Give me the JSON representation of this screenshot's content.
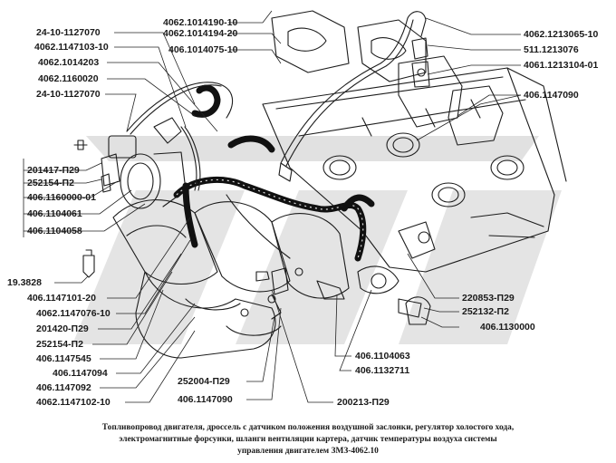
{
  "labels": {
    "l01": "4062.1014190-10",
    "l02": "4062.1014194-20",
    "l03": "406.1014075-10",
    "l04": "24-10-1127070",
    "l05": "4062.1147103-10",
    "l06": "4062.1014203",
    "l07": "4062.1160020",
    "l08": "24-10-1127070",
    "l09": "4062.1213065-10",
    "l10": "511.1213076",
    "l11": "4061.1213104-01",
    "l12": "406.1147090",
    "l13": "201417-П29",
    "l14": "252154-П2",
    "l15": "406.1160000-01",
    "l16": "406.1104061",
    "l17": "406.1104058",
    "l18": "19.3828",
    "l19": "406.1147101-20",
    "l20": "4062.1147076-10",
    "l21": "201420-П29",
    "l22": "252154-П2",
    "l23": "406.1147545",
    "l24": "406.1147094",
    "l25": "406.1147092",
    "l26": "4062.1147102-10",
    "l27": "252004-П29",
    "l28": "406.1147090",
    "l29": "200213-П29",
    "l30": "406.1104063",
    "l31": "406.1132711",
    "l32": "220853-П29",
    "l33": "252132-П2",
    "l34": "406.1130000"
  },
  "caption": {
    "line1": "Топливопровод двигателя, дроссель с датчиком положения воздушной заслонки, регулятор холостого хода,",
    "line2": "электромагнитные форсунки, шланги вентиляции картера, датчик температуры воздуха системы",
    "line3": "управления двигателем ЗМЗ-4062.10"
  },
  "colors": {
    "ink": "#1a1a1a",
    "watermark": "#c9c9c9",
    "background": "#ffffff"
  }
}
